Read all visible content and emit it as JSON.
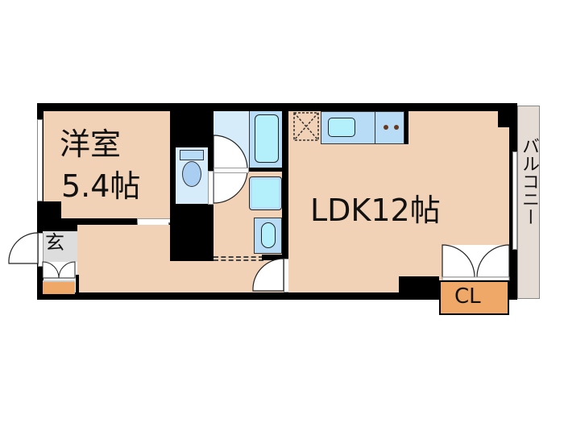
{
  "floorplan": {
    "rooms": {
      "western_room": {
        "name": "洋室",
        "size": "5.4帖"
      },
      "ldk": {
        "label": "LDK12帖"
      },
      "entrance": {
        "label": "玄"
      },
      "closet": {
        "label": "CL"
      },
      "balcony": {
        "label": "バルコニー"
      }
    },
    "colors": {
      "floor": "#f2d2b6",
      "wet_area": "#d6ecfb",
      "fixture": "#b3f0fb",
      "closet": "#f0a868",
      "balcony": "#e6dcd6",
      "entrance_floor": "#dddddd",
      "wall": "#000000"
    }
  }
}
